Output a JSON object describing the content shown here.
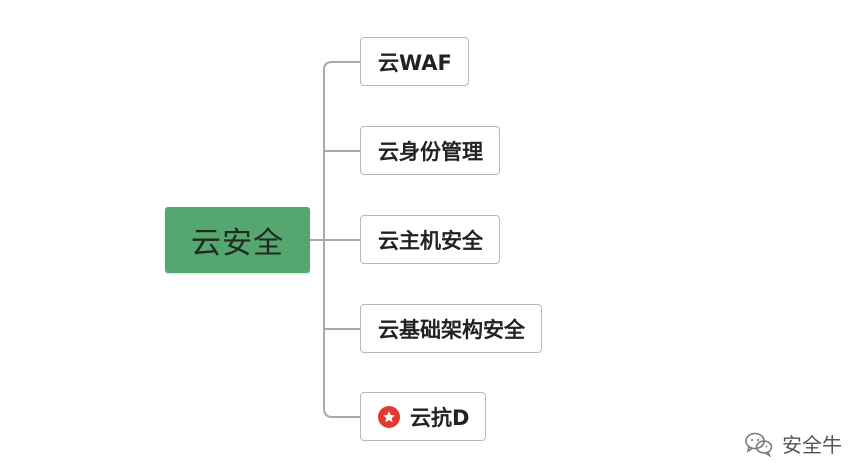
{
  "mindmap": {
    "root": {
      "label": "云安全",
      "color": "#55a66f"
    },
    "children": [
      {
        "label": "云WAF",
        "icon": null
      },
      {
        "label": "云身份管理",
        "icon": null
      },
      {
        "label": "云主机安全",
        "icon": null
      },
      {
        "label": "云基础架构安全",
        "icon": null
      },
      {
        "label": "云抗D",
        "icon": "red-star-icon"
      }
    ],
    "connector_color": "#a9a9a9"
  },
  "watermark": {
    "text": "安全牛",
    "icon": "wechat-icon"
  }
}
